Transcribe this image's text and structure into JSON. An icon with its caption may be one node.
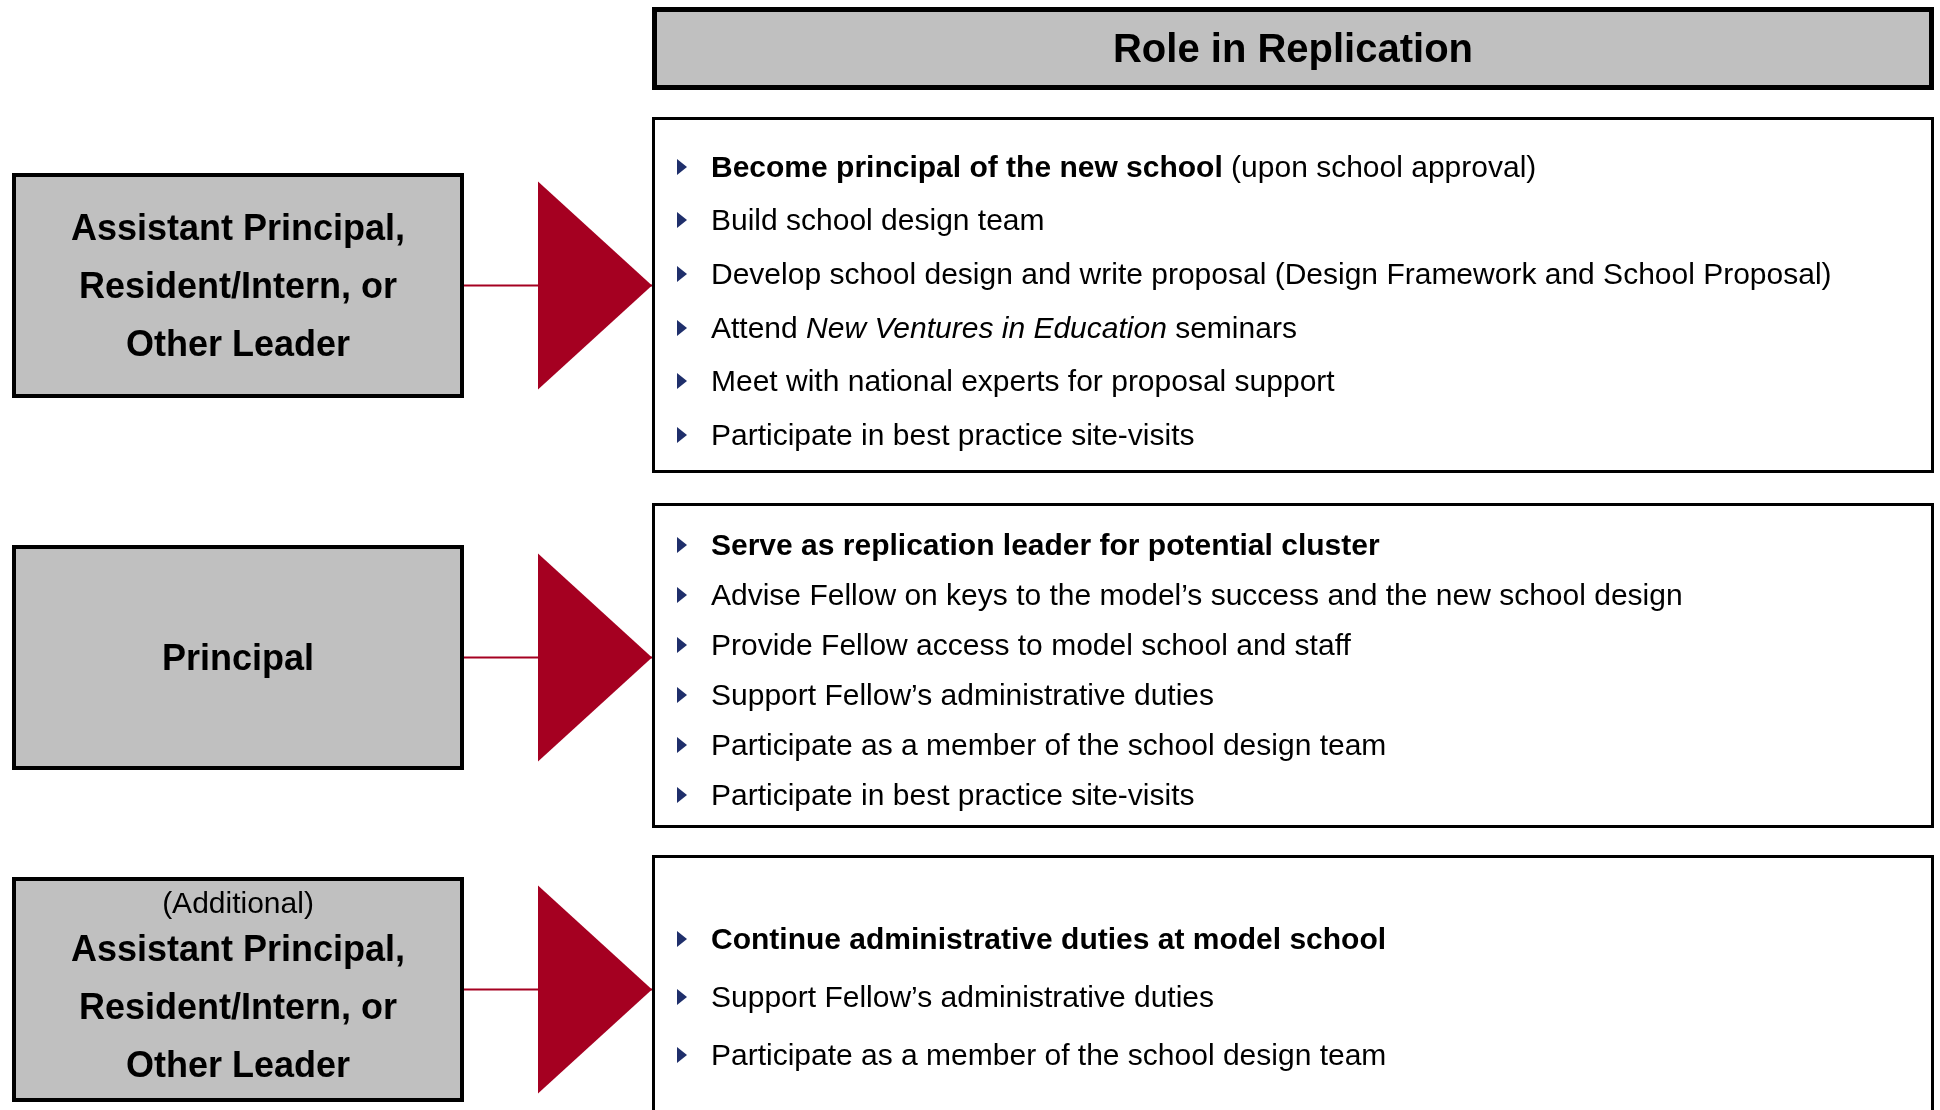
{
  "diagram": {
    "nodes": [
      {
        "text": [
          "Role in Replication"
        ]
      },
      {
        "text": [
          "Assistant Principal, Resident/Intern, or Other Leader"
        ]
      },
      {
        "text": [
          "**Become principal of the new school** (upon school approval)",
          "Build school design team",
          "Develop school design and write proposal (Design Framework and School Proposal)",
          "Attend *New Ventures in Education* seminars",
          "Meet with national experts for proposal support",
          "Participate in best practice site-visits"
        ]
      },
      {
        "text": [
          "Principal"
        ]
      },
      {
        "text": [
          "Serve as replication leader for potential cluster",
          "Advise Fellow on keys to the model’s success and the new school design",
          "Provide Fellow access to model school and staff",
          "Support Fellow’s administrative duties",
          "Participate as a member of the school design team",
          "Participate in best practice site-visits"
        ]
      },
      {
        "text": [
          "(Additional)",
          "Assistant Principal, Resident/Intern, or Other Leader"
        ]
      },
      {
        "text": [
          "Continue administrative duties at model school",
          "Support Fellow’s administrative duties",
          "Participate as a member of the school design team"
        ]
      }
    ],
    "edges": [
      {
        "from": 1,
        "to": 2,
        "arrow": "to"
      },
      {
        "from": 3,
        "to": 4,
        "arrow": "to"
      },
      {
        "from": 5,
        "to": 6,
        "arrow": "to"
      }
    ]
  }
}
